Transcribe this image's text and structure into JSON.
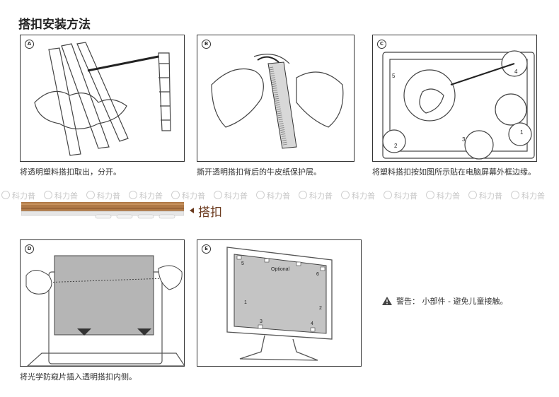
{
  "title": "搭扣安装方法",
  "panels": [
    {
      "badge": "A",
      "caption": "将透明塑料搭扣取出，分开。"
    },
    {
      "badge": "B",
      "caption": "撕开透明搭扣背后的牛皮纸保护层。"
    },
    {
      "badge": "C",
      "caption": "将塑料搭扣按如图所示贴在电脑屏幕外框边缘。",
      "labels": [
        "5",
        "4",
        "3",
        "2",
        "1"
      ]
    },
    {
      "badge": "D",
      "caption": "将光学防窥片插入透明搭扣内侧。"
    },
    {
      "badge": "E",
      "caption": "",
      "labels": [
        "5",
        "Optional",
        "6",
        "1",
        "2",
        "3",
        "4"
      ]
    }
  ],
  "watermark": "科力普",
  "strip_label": "搭扣",
  "warning": "警告：  小部件 - 避免儿童接触。",
  "colors": {
    "strip_wood": "#b07a48",
    "strip_label": "#6b3a1e"
  }
}
